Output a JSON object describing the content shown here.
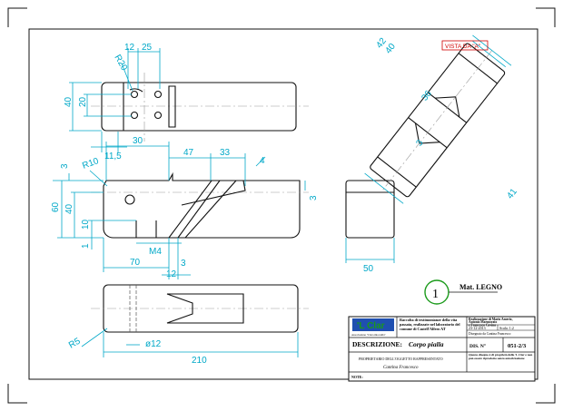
{
  "views": {
    "top": {
      "dims": {
        "d12": "12",
        "d25": "25",
        "r20": "R20",
        "d40": "40",
        "d20": "20",
        "d11_5": "11,5"
      }
    },
    "side": {
      "dims": {
        "d30": "30",
        "r10": "R10",
        "d47": "47",
        "d33": "33",
        "d3a": "3",
        "d4": "4",
        "d3b": "3",
        "d60": "60",
        "d40": "40",
        "d10": "10",
        "d1": "1",
        "m4": "M4",
        "d70": "70",
        "d12": "12",
        "d3c": "3"
      }
    },
    "front": {
      "dims": {
        "d50": "50"
      }
    },
    "bottom": {
      "dims": {
        "r5": "R5",
        "phi12": "ø12",
        "d210": "210"
      }
    },
    "vista": {
      "label": "VISTA DA \"A\"",
      "dims": {
        "d42": "42",
        "d40": "40",
        "d36": "36",
        "d3": "3",
        "d41": "41"
      }
    }
  },
  "material": {
    "number": "1",
    "label": "Mat. LEGNO"
  },
  "title_block": {
    "logo": "'L Clar",
    "logo_sub": "Associazione \"Clara mia nulla\"",
    "description_col": "Raccolta di testimonianze della vita passata, realizzate nel laboratorio del comune di Castell'Alfero AT",
    "authors": [
      "Realizzazione di Mario Amerio,",
      "Antonio Marmorato",
      "e Francesco Cavina"
    ],
    "date": "23-12-2013",
    "scale": "Scala: 1:2",
    "drawn_by": "Disegnato da Cantina Francesco",
    "descrizione_label": "DESCRIZIONE:",
    "descrizione_value": "Corpo pialla",
    "dis_label": "DIS. N°",
    "dis_value": "051-2/3",
    "property_line": "PROPRIETARIO DELL'OGGETTO RAPPRESENTATO",
    "owner": "Cantina Francesco",
    "note_label": "NOTE:",
    "rights": "Questo disegno è di proprietà dello 'L Clar e non può essere riprodotto senza autorizzazione"
  }
}
